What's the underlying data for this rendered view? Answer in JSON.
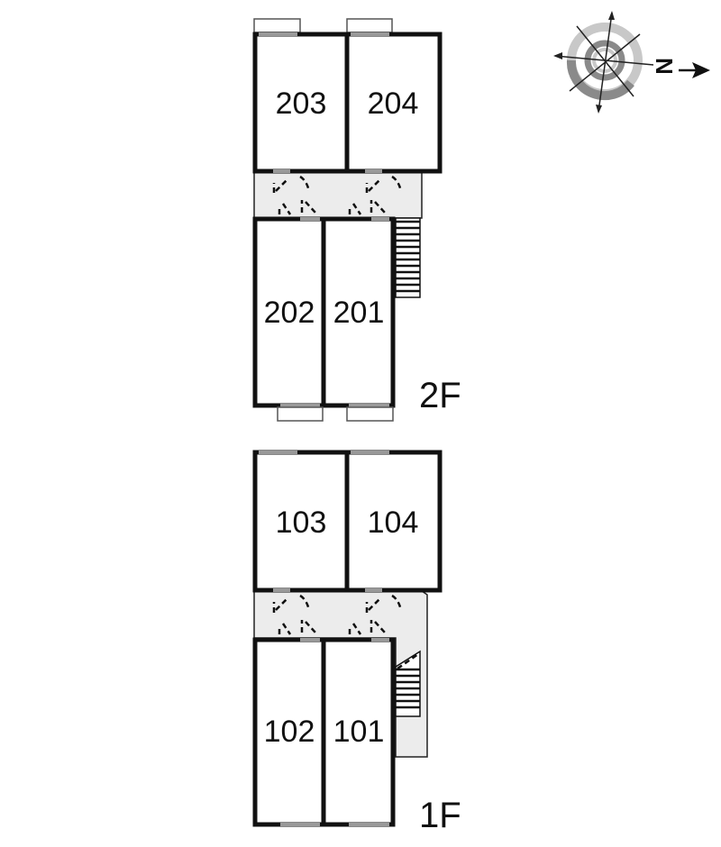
{
  "compass": {
    "icon": "compass-icon",
    "north_label": "N",
    "arrow": "→"
  },
  "floors": [
    {
      "label": "2F",
      "rooms": [
        {
          "number": "203"
        },
        {
          "number": "204"
        },
        {
          "number": "202"
        },
        {
          "number": "201"
        }
      ]
    },
    {
      "label": "1F",
      "rooms": [
        {
          "number": "103"
        },
        {
          "number": "104"
        },
        {
          "number": "102"
        },
        {
          "number": "101"
        }
      ]
    }
  ],
  "colors": {
    "wall": "#111111",
    "corridor": "#ececec",
    "window": "#999999",
    "compass_outer": "#c8c8c8",
    "compass_inner": "#888888"
  }
}
